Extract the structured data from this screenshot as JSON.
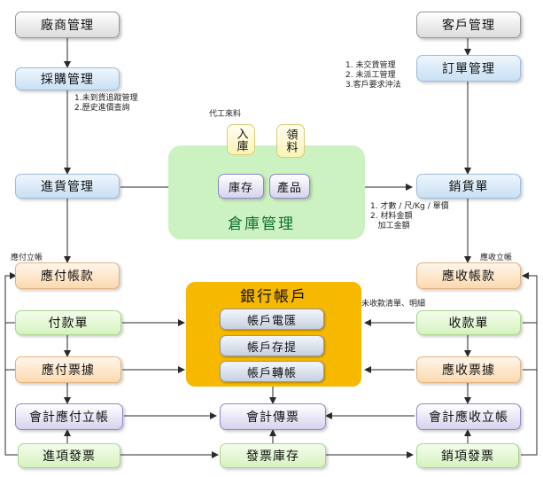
{
  "nodes": {
    "supplier_mgmt": "廠商管理",
    "purchase_mgmt": "採購管理",
    "receiving_mgmt": "進貨管理",
    "customer_mgmt": "客戶管理",
    "order_mgmt": "訂單管理",
    "sales_slip": "銷貨單",
    "warehouse_mgmt": "倉庫管理",
    "inventory": "庫存",
    "products": "產品",
    "stock_in": "入庫",
    "material_issue": "領料",
    "accounts_payable": "應付帳款",
    "accounts_receivable": "應收帳款",
    "payment_slip": "付款單",
    "receipt_slip": "收款單",
    "notes_payable": "應付票據",
    "notes_receivable": "應收票據",
    "acct_payable_ledger": "會計應付立帳",
    "acct_voucher": "會計傳票",
    "acct_receivable_ledger": "會計應收立帳",
    "purchase_invoice": "進項發票",
    "invoice_inventory": "發票庫存",
    "sales_invoice": "銷項發票",
    "bank_accounts": "銀行帳戶",
    "account_transfer_remit": "帳戶電匯",
    "account_deposit_withdraw": "帳戶存提",
    "account_transfer": "帳戶轉帳"
  },
  "notes": {
    "purchase": "1.未到貨追蹤管理\n2.歷史進價查詢",
    "order": "1. 未交貨管理\n2. 未派工管理\n3.客戶要求沖法",
    "outsourced": "代工來料",
    "sales": "1. 才數 / 尺/Kg / 單價\n2. 材料金額\n   加工金額",
    "payable_setup": "應付立帳",
    "receivable_setup": "應收立帳",
    "unreceived": "未收款清單、明細"
  },
  "colors": {
    "warehouse_bg": "#cdf2c2",
    "warehouse_text": "#0c6f2d",
    "bank_bg": "#f7b800",
    "arrow": "#2a2a2a"
  }
}
